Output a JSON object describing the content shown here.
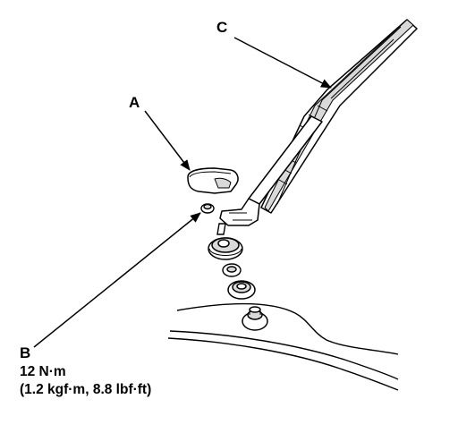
{
  "labels": {
    "a": "A",
    "b": "B",
    "c": "C"
  },
  "torque": {
    "metric": "12 N·m",
    "imperial": "(1.2 kgf·m, 8.8 lbf·ft)"
  },
  "colors": {
    "ink": "#000000",
    "paper": "#ffffff",
    "shade": "#d9d9d9"
  }
}
